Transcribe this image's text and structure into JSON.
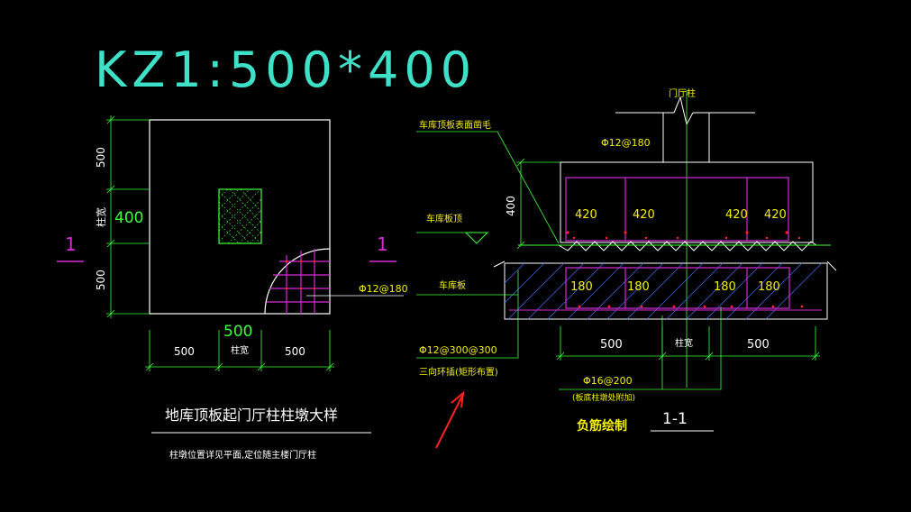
{
  "drawing": {
    "title": "KZ1:500*400",
    "plan": {
      "dim_top": "500",
      "dim_mid": "400",
      "dim_mid_label": "柱宽",
      "dim_bottom": "500",
      "dim_bottom_500a": "500",
      "dim_bottom_col": "柱宽",
      "dim_bottom_500b": "500",
      "dim_bottom_total": "500",
      "section_mark_left": "1",
      "section_mark_right": "1",
      "rebar_label": "Φ12@180"
    },
    "section": {
      "column_label": "门厅柱",
      "rebar_top": "Φ12@180",
      "label_surface": "车库顶板表面凿毛",
      "label_slab_top": "车库板顶",
      "label_slab": "车库板",
      "dim_400": "400",
      "top_cells": [
        "420",
        "420",
        "420",
        "420"
      ],
      "bottom_cells": [
        "180",
        "180",
        "180",
        "180"
      ],
      "rebar_anchor": "Φ12@300@300",
      "rebar_anchor_note": "三向环插(矩形布置)",
      "dim_left": "500",
      "dim_col": "柱宽",
      "dim_right": "500",
      "rebar_bottom": "Φ16@200",
      "rebar_bottom_note": "(板底柱墩处附加)",
      "caption_neg": "负筋绘制",
      "caption_section": "1-1"
    },
    "caption_main": "地库顶板起门厅柱柱墩大样",
    "caption_sub": "柱墩位置详见平面,定位随主楼门厅柱"
  },
  "colors": {
    "cyan": "#3ee0c8",
    "white": "#ffffff",
    "yellow": "#f4f000",
    "green": "#3cff3c",
    "magenta": "#d52bd5",
    "red": "#ff2020",
    "hatch": "#3a6cff"
  }
}
